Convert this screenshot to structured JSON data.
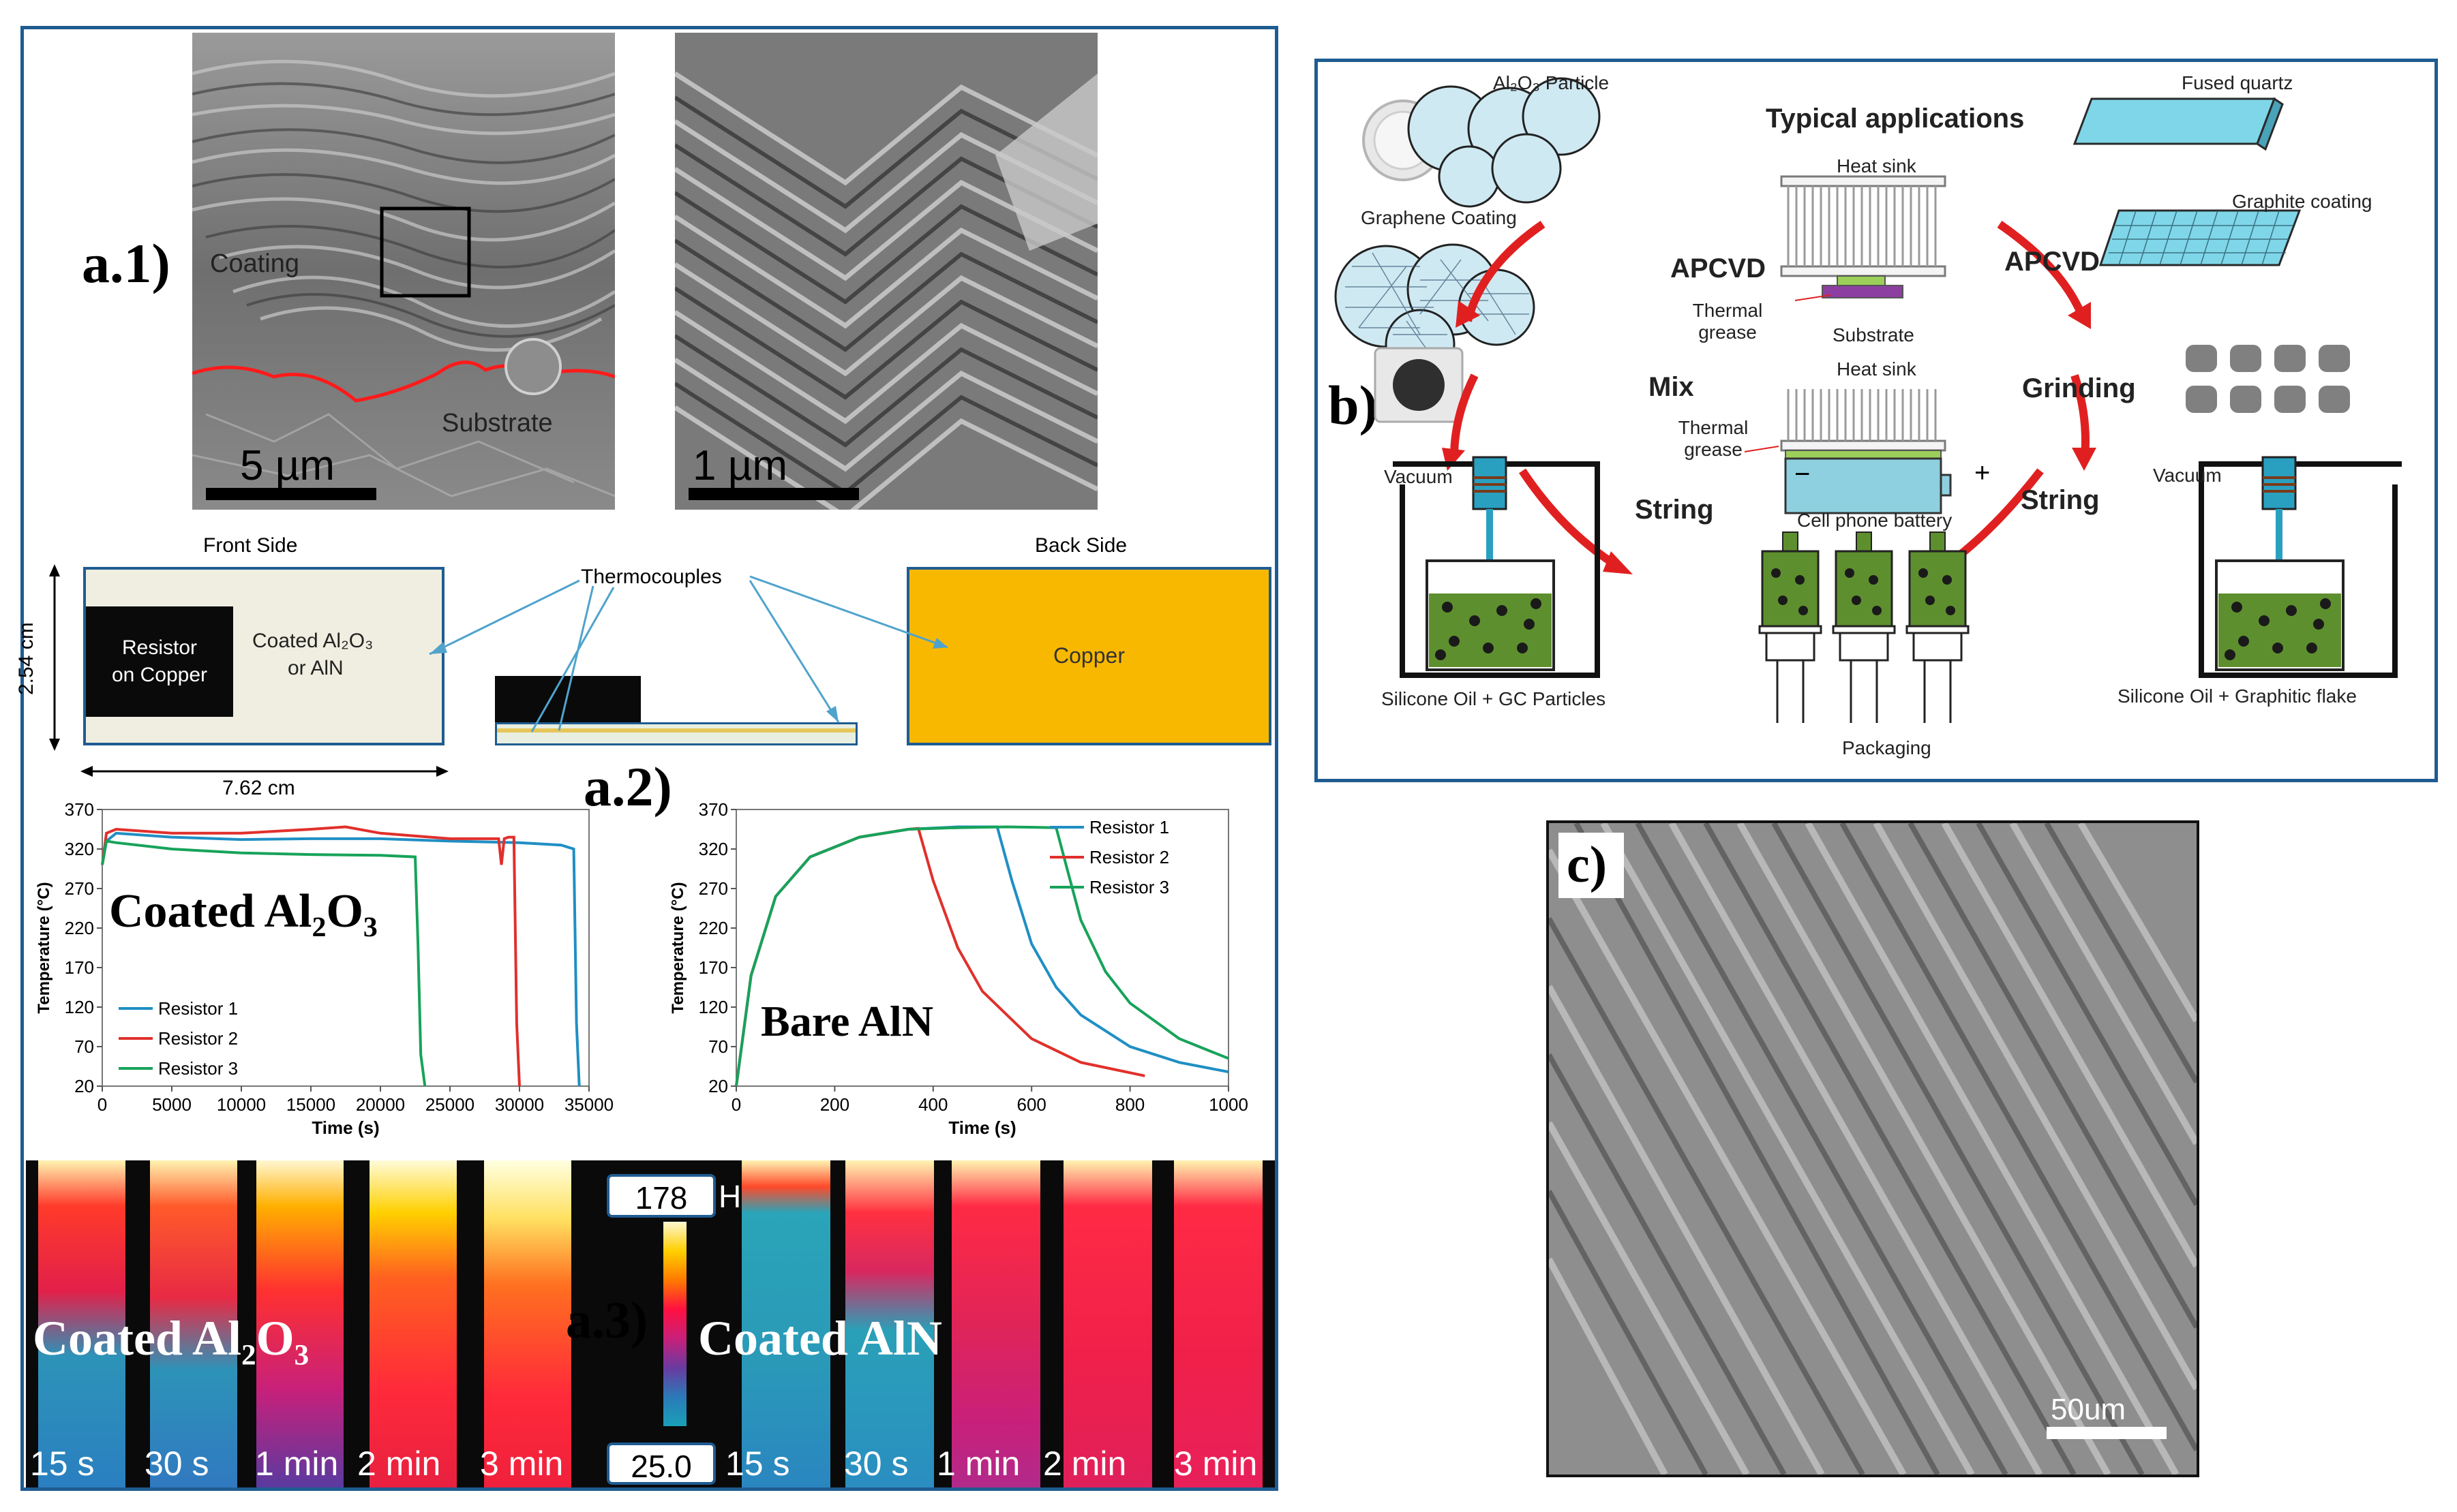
{
  "panel_a": {
    "label_a1": "a.1)",
    "label_a2": "a.2)",
    "label_a3": "a.3)",
    "sem_left": {
      "coating": "Coating",
      "substrate": "Substrate",
      "scale": "5 µm"
    },
    "sem_right": {
      "scale": "1 µm"
    },
    "schematic": {
      "front_side": "Front Side",
      "back_side": "Back Side",
      "thermocouples": "Thermocouples",
      "resistor_line1": "Resistor",
      "resistor_line2": "on Copper",
      "coated_line1": "Coated Al₂O₃",
      "coated_line2": "or AlN",
      "copper": "Copper",
      "height_dim": "2.54 cm",
      "width_dim": "7.62 cm"
    },
    "ir": {
      "coated_al2o3": "Coated Al₂O₃",
      "coated_aln": "Coated AlN",
      "scale_max": "178",
      "scale_max_suffix": "H",
      "scale_min": "25.0",
      "times_left": [
        "15 s",
        "30 s",
        "1 min",
        "2 min",
        "3 min"
      ],
      "times_right": [
        "15 s",
        "30 s",
        "1 min",
        "2 min",
        "3 min"
      ]
    }
  },
  "panel_b": {
    "label": "b)",
    "al2o3_particle": "Al₂O₃ Particle",
    "typical_applications": "Typical applications",
    "fused_quartz": "Fused quartz",
    "heat_sink_top": "Heat sink",
    "graphene_coating": "Graphene Coating",
    "graphite_coating": "Graphite coating",
    "apcvd_left": "APCVD",
    "apcvd_right": "APCVD",
    "thermal_grease_top": "Thermal grease",
    "substrate": "Substrate",
    "heat_sink_mid": "Heat sink",
    "mix": "Mix",
    "grinding": "Grinding",
    "thermal_grease_mid": "Thermal grease",
    "vacuum_left": "Vacuum",
    "vacuum_right": "Vacuum",
    "string_left": "String",
    "string_right": "String",
    "cell_phone_battery": "Cell phone battery",
    "silicone_gc": "Silicone Oil + GC Particles",
    "silicone_graphitic": "Silicone Oil + Graphitic flake",
    "packaging": "Packaging",
    "battery_minus": "−",
    "battery_plus": "+"
  },
  "panel_c": {
    "label": "c)",
    "scale": "50um"
  },
  "chart_data": [
    {
      "type": "line",
      "title": "Coated Al₂O₃",
      "xlabel": "Time (s)",
      "ylabel": "Temperature (°C)",
      "xlim": [
        0,
        35000
      ],
      "ylim": [
        20,
        370
      ],
      "xticks": [
        0,
        5000,
        10000,
        15000,
        20000,
        25000,
        30000,
        35000
      ],
      "yticks": [
        20,
        70,
        120,
        170,
        220,
        270,
        320,
        370
      ],
      "legend_position": "bottom-left",
      "series": [
        {
          "name": "Resistor 1",
          "color": "#1f8fc4",
          "x": [
            0,
            300,
            1000,
            5000,
            10000,
            15000,
            20000,
            25000,
            30000,
            33000,
            33900,
            34100,
            34300
          ],
          "y": [
            300,
            330,
            340,
            335,
            332,
            333,
            333,
            330,
            328,
            325,
            320,
            100,
            20
          ]
        },
        {
          "name": "Resistor 2",
          "color": "#e0302c",
          "x": [
            0,
            300,
            1000,
            5000,
            10000,
            15000,
            17500,
            20000,
            25000,
            28500,
            28700,
            28900,
            29200,
            29600,
            29800,
            30000
          ],
          "y": [
            300,
            340,
            345,
            340,
            340,
            345,
            348,
            340,
            333,
            333,
            300,
            333,
            335,
            335,
            100,
            20
          ]
        },
        {
          "name": "Resistor 3",
          "color": "#17a35a",
          "x": [
            0,
            300,
            1000,
            5000,
            10000,
            15000,
            20000,
            22500,
            22700,
            22900,
            23200
          ],
          "y": [
            300,
            330,
            328,
            320,
            315,
            313,
            312,
            310,
            200,
            60,
            20
          ]
        }
      ]
    },
    {
      "type": "line",
      "title": "Bare AlN",
      "xlabel": "Time (s)",
      "ylabel": "Temperature (°C)",
      "xlim": [
        0,
        1000
      ],
      "ylim": [
        20,
        370
      ],
      "xticks": [
        0,
        200,
        400,
        600,
        800,
        1000
      ],
      "yticks": [
        20,
        70,
        120,
        170,
        220,
        270,
        320,
        370
      ],
      "legend_position": "top-right",
      "series": [
        {
          "name": "Resistor 1",
          "color": "#1f8fc4",
          "x": [
            0,
            30,
            80,
            150,
            250,
            350,
            450,
            530,
            560,
            600,
            650,
            700,
            800,
            900,
            1000
          ],
          "y": [
            20,
            160,
            260,
            310,
            335,
            345,
            348,
            348,
            280,
            200,
            145,
            110,
            70,
            50,
            38
          ]
        },
        {
          "name": "Resistor 2",
          "color": "#e0302c",
          "x": [
            0,
            30,
            80,
            150,
            250,
            350,
            370,
            400,
            450,
            500,
            600,
            700,
            830
          ],
          "y": [
            20,
            160,
            260,
            310,
            335,
            345,
            346,
            280,
            195,
            140,
            80,
            50,
            33
          ]
        },
        {
          "name": "Resistor 3",
          "color": "#17a35a",
          "x": [
            0,
            30,
            80,
            150,
            250,
            350,
            450,
            550,
            650,
            670,
            700,
            750,
            800,
            900,
            1000
          ],
          "y": [
            20,
            160,
            260,
            310,
            335,
            345,
            347,
            348,
            347,
            300,
            230,
            165,
            125,
            80,
            55
          ]
        }
      ]
    }
  ]
}
